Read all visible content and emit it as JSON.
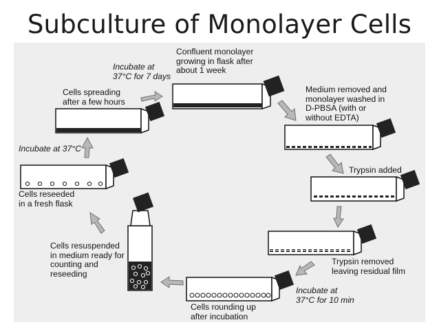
{
  "title": "Subculture of Monolayer Cells",
  "steps": {
    "confluent": "Confluent monolayer\ngrowing in flask after\nabout 1 week",
    "medium_removed": "Medium removed and\nmonolayer washed in\nD-PBSA (with or\nwithout EDTA)",
    "trypsin_added": "Trypsin added",
    "trypsin_removed": "Trypsin removed\nleaving residual film",
    "incubate_10min": "Incubate at\n37°C for 10 min",
    "cells_rounding": "Cells rounding up\nafter incubation",
    "cells_resuspended": "Cells resuspended\nin medium ready for\ncounting and\nreseeding",
    "cells_reseeded": "Cells reseeded\nin a fresh flask",
    "incubate_37": "Incubate at 37°C",
    "cells_spreading": "Cells spreading\nafter a few hours",
    "incubate_7days": "Incubate at\n37°C for 7 days"
  },
  "colors": {
    "panel": "#eeeeee",
    "flask_cap": "#222222",
    "arrow": "#aaaaaa"
  }
}
